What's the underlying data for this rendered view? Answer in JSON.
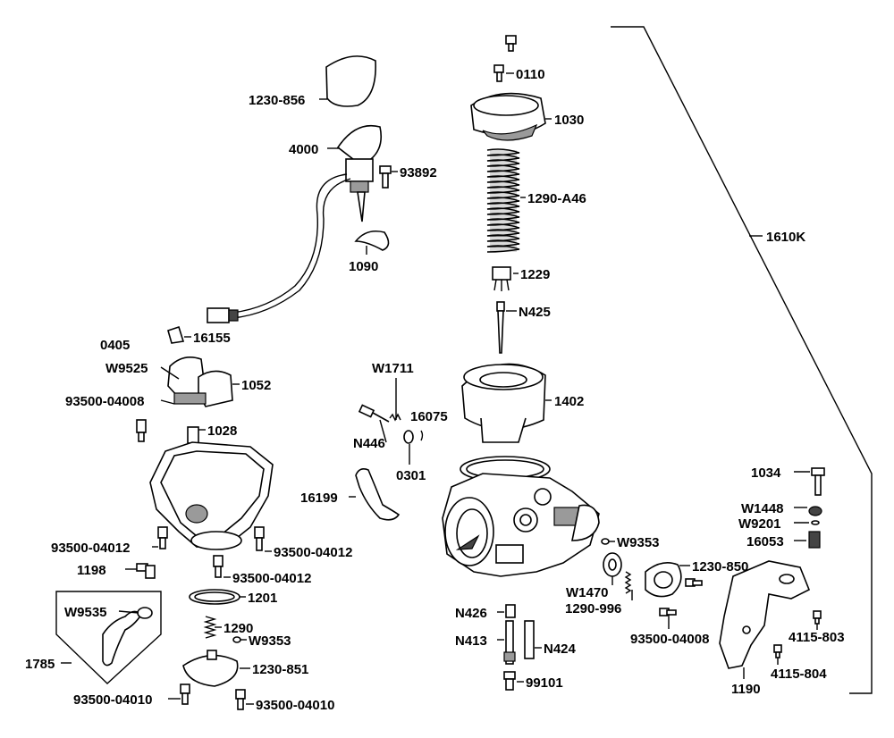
{
  "labels": {
    "p0110": "0110",
    "p1030": "1030",
    "p1290a46": "1290-A46",
    "p1610k": "1610K",
    "p1229": "1229",
    "pN425": "N425",
    "p1402": "1402",
    "p1230_856": "1230-856",
    "p4000": "4000",
    "p93892": "93892",
    "p1090": "1090",
    "p0405": "0405",
    "p16155": "16155",
    "pW9525": "W9525",
    "p1052": "1052",
    "p93500_04008a": "93500-04008",
    "p1028": "1028",
    "pW1711": "W1711",
    "p16075": "16075",
    "pN446": "N446",
    "p0301": "0301",
    "p16199": "16199",
    "p93500_04012a": "93500-04012",
    "p93500_04012b": "93500-04012",
    "p93500_04012c": "93500-04012",
    "p1198": "1198",
    "p1201": "1201",
    "pW9535": "W9535",
    "p1290": "1290",
    "pW9353a": "W9353",
    "p1785": "1785",
    "p1230_851": "1230-851",
    "p93500_04010a": "93500-04010",
    "p93500_04010b": "93500-04010",
    "pW9353b": "W9353",
    "pW1470": "W1470",
    "p1290_996": "1290-996",
    "p1230_850": "1230-850",
    "p93500_04008b": "93500-04008",
    "pN426": "N426",
    "pN413": "N413",
    "pN424": "N424",
    "p99101": "99101",
    "p1034": "1034",
    "pW1448": "W1448",
    "pW9201": "W9201",
    "p16053": "16053",
    "p4115_803": "4115-803",
    "p4115_804": "4115-804",
    "p1190": "1190"
  }
}
